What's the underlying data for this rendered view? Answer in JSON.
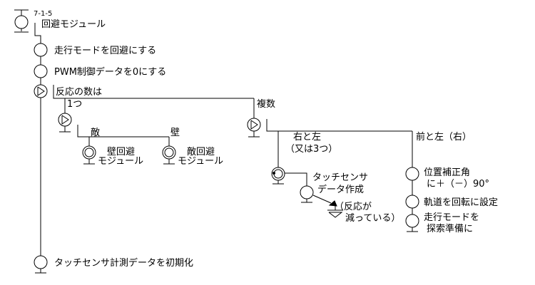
{
  "module": {
    "number": "7-1-5",
    "title": "回避モジュール"
  },
  "steps": [
    "走行モードを回避にする",
    "PWM制御データを0にする",
    "反応の数は",
    "タッチセンサ計測データを初期化"
  ],
  "branch_one": {
    "label": "1つ",
    "cases": [
      {
        "label": "敵",
        "call_line1": "壁回避",
        "call_line2": "モジュール"
      },
      {
        "label": "壁",
        "call_line1": "敵回避",
        "call_line2": "モジュール"
      }
    ]
  },
  "branch_multi": {
    "label": "複数",
    "case_rl": {
      "label_line1": "右と左",
      "label_line2": "（又は3つ）",
      "action_line1": "タッチセンサ",
      "action_line2": "データ作成",
      "exit_line1": "（反応が",
      "exit_line2": "減っている）"
    },
    "case_front": {
      "label": "前と左（右）",
      "step1_line1": "位置補正角",
      "step1_line2": "に＋（－）90°",
      "step2": "軌道を回転に設定",
      "step3_line1": "走行モードを",
      "step3_line2": "探索準備に"
    }
  }
}
